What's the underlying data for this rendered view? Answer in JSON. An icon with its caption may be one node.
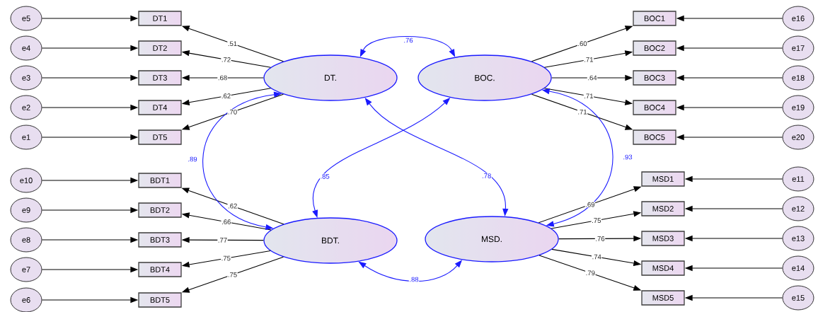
{
  "diagram": {
    "nodes": [
      {
        "text": [
          "e5"
        ]
      },
      {
        "text": [
          "e4"
        ]
      },
      {
        "text": [
          "e3"
        ]
      },
      {
        "text": [
          "e2"
        ]
      },
      {
        "text": [
          "e1"
        ]
      },
      {
        "text": [
          "e10"
        ]
      },
      {
        "text": [
          "e9"
        ]
      },
      {
        "text": [
          "e8"
        ]
      },
      {
        "text": [
          "e7"
        ]
      },
      {
        "text": [
          "e6"
        ]
      },
      {
        "text": [
          "DT1"
        ]
      },
      {
        "text": [
          "DT2"
        ]
      },
      {
        "text": [
          "DT3"
        ]
      },
      {
        "text": [
          "DT4"
        ]
      },
      {
        "text": [
          "DT5"
        ]
      },
      {
        "text": [
          "BDT1"
        ]
      },
      {
        "text": [
          "BDT2"
        ]
      },
      {
        "text": [
          "BDT3"
        ]
      },
      {
        "text": [
          "BDT4"
        ]
      },
      {
        "text": [
          "BDT5"
        ]
      },
      {
        "text": [
          "DT."
        ]
      },
      {
        "text": [
          "BOC."
        ]
      },
      {
        "text": [
          "BDT."
        ]
      },
      {
        "text": [
          "MSD."
        ]
      },
      {
        "text": [
          "BOC1"
        ]
      },
      {
        "text": [
          "BOC2"
        ]
      },
      {
        "text": [
          "BOC3"
        ]
      },
      {
        "text": [
          "BOC4"
        ]
      },
      {
        "text": [
          "BOC5"
        ]
      },
      {
        "text": [
          "MSD1"
        ]
      },
      {
        "text": [
          "MSD2"
        ]
      },
      {
        "text": [
          "MSD3"
        ]
      },
      {
        "text": [
          "MSD4"
        ]
      },
      {
        "text": [
          "MSD5"
        ]
      },
      {
        "text": [
          "e16"
        ]
      },
      {
        "text": [
          "e17"
        ]
      },
      {
        "text": [
          "e18"
        ]
      },
      {
        "text": [
          "e19"
        ]
      },
      {
        "text": [
          "e20"
        ]
      },
      {
        "text": [
          "e11"
        ]
      },
      {
        "text": [
          "e12"
        ]
      },
      {
        "text": [
          "e13"
        ]
      },
      {
        "text": [
          "e14"
        ]
      },
      {
        "text": [
          "e15"
        ]
      }
    ],
    "edges": [
      {
        "from": 20,
        "to": 10,
        "arrow": "to",
        "label": ".51"
      },
      {
        "from": 20,
        "to": 11,
        "arrow": "to",
        "label": ".72"
      },
      {
        "from": 20,
        "to": 12,
        "arrow": "to",
        "label": ".68"
      },
      {
        "from": 20,
        "to": 13,
        "arrow": "to",
        "label": ".62"
      },
      {
        "from": 20,
        "to": 14,
        "arrow": "to",
        "label": ".70"
      },
      {
        "from": 22,
        "to": 15,
        "arrow": "to",
        "label": ".62"
      },
      {
        "from": 22,
        "to": 16,
        "arrow": "to",
        "label": ".66"
      },
      {
        "from": 22,
        "to": 17,
        "arrow": "to",
        "label": ".77"
      },
      {
        "from": 22,
        "to": 18,
        "arrow": "to",
        "label": ".75"
      },
      {
        "from": 22,
        "to": 19,
        "arrow": "to",
        "label": ".75"
      },
      {
        "from": 21,
        "to": 24,
        "arrow": "to",
        "label": ".60"
      },
      {
        "from": 21,
        "to": 25,
        "arrow": "to",
        "label": ".71"
      },
      {
        "from": 21,
        "to": 26,
        "arrow": "to",
        "label": ".64"
      },
      {
        "from": 21,
        "to": 27,
        "arrow": "to",
        "label": ".71"
      },
      {
        "from": 21,
        "to": 28,
        "arrow": "to",
        "label": ".71"
      },
      {
        "from": 23,
        "to": 29,
        "arrow": "to",
        "label": ".69"
      },
      {
        "from": 23,
        "to": 30,
        "arrow": "to",
        "label": ".75"
      },
      {
        "from": 23,
        "to": 31,
        "arrow": "to",
        "label": ".76"
      },
      {
        "from": 23,
        "to": 32,
        "arrow": "to",
        "label": ".74"
      },
      {
        "from": 23,
        "to": 33,
        "arrow": "to",
        "label": ".79"
      },
      {
        "from": 0,
        "to": 10,
        "arrow": "to"
      },
      {
        "from": 1,
        "to": 11,
        "arrow": "to"
      },
      {
        "from": 2,
        "to": 12,
        "arrow": "to"
      },
      {
        "from": 3,
        "to": 13,
        "arrow": "to"
      },
      {
        "from": 4,
        "to": 14,
        "arrow": "to"
      },
      {
        "from": 5,
        "to": 15,
        "arrow": "to"
      },
      {
        "from": 6,
        "to": 16,
        "arrow": "to"
      },
      {
        "from": 7,
        "to": 17,
        "arrow": "to"
      },
      {
        "from": 8,
        "to": 18,
        "arrow": "to"
      },
      {
        "from": 9,
        "to": 19,
        "arrow": "to"
      },
      {
        "from": 34,
        "to": 24,
        "arrow": "to"
      },
      {
        "from": 35,
        "to": 25,
        "arrow": "to"
      },
      {
        "from": 36,
        "to": 26,
        "arrow": "to"
      },
      {
        "from": 37,
        "to": 27,
        "arrow": "to"
      },
      {
        "from": 38,
        "to": 28,
        "arrow": "to"
      },
      {
        "from": 39,
        "to": 29,
        "arrow": "to"
      },
      {
        "from": 40,
        "to": 30,
        "arrow": "to"
      },
      {
        "from": 41,
        "to": 31,
        "arrow": "to"
      },
      {
        "from": 42,
        "to": 32,
        "arrow": "to"
      },
      {
        "from": 43,
        "to": 33,
        "arrow": "to"
      },
      {
        "from": 20,
        "to": 21,
        "arrow": "both",
        "label": ".76",
        "color": "#1a1aff"
      },
      {
        "from": 20,
        "to": 22,
        "arrow": "both",
        "label": ".89",
        "color": "#1a1aff"
      },
      {
        "from": 21,
        "to": 22,
        "arrow": "both",
        "label": ".85",
        "color": "#1a1aff"
      },
      {
        "from": 20,
        "to": 23,
        "arrow": "both",
        "label": ".78",
        "color": "#1a1aff"
      },
      {
        "from": 21,
        "to": 23,
        "arrow": "both",
        "label": ".93",
        "color": "#1a1aff"
      },
      {
        "from": 22,
        "to": 23,
        "arrow": "both",
        "label": ".88",
        "color": "#1a1aff"
      }
    ]
  }
}
